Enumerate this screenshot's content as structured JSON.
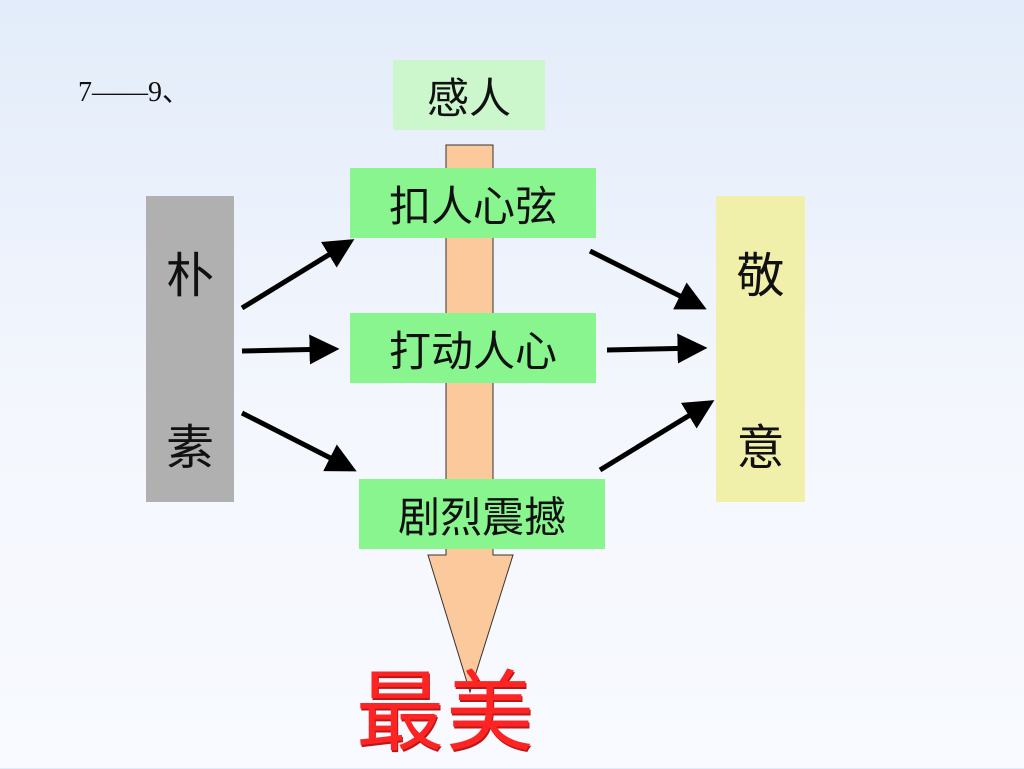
{
  "slide": {
    "number_label": "7——9、",
    "top_label": "感人",
    "left_bar": [
      "朴",
      "素"
    ],
    "right_bar": [
      "敬",
      "意"
    ],
    "middle_boxes": [
      "扣人心弦",
      "打动人心",
      "剧烈震撼"
    ],
    "bottom_title": "最美"
  },
  "colors": {
    "top_box": "#ccf7cc",
    "green_box": "#88f58e",
    "left_bar": "#b0b0b0",
    "right_bar": "#f1f0aa",
    "vertical_arrow_fill": "#fbc99c",
    "bottom_title": "#ff2424"
  }
}
